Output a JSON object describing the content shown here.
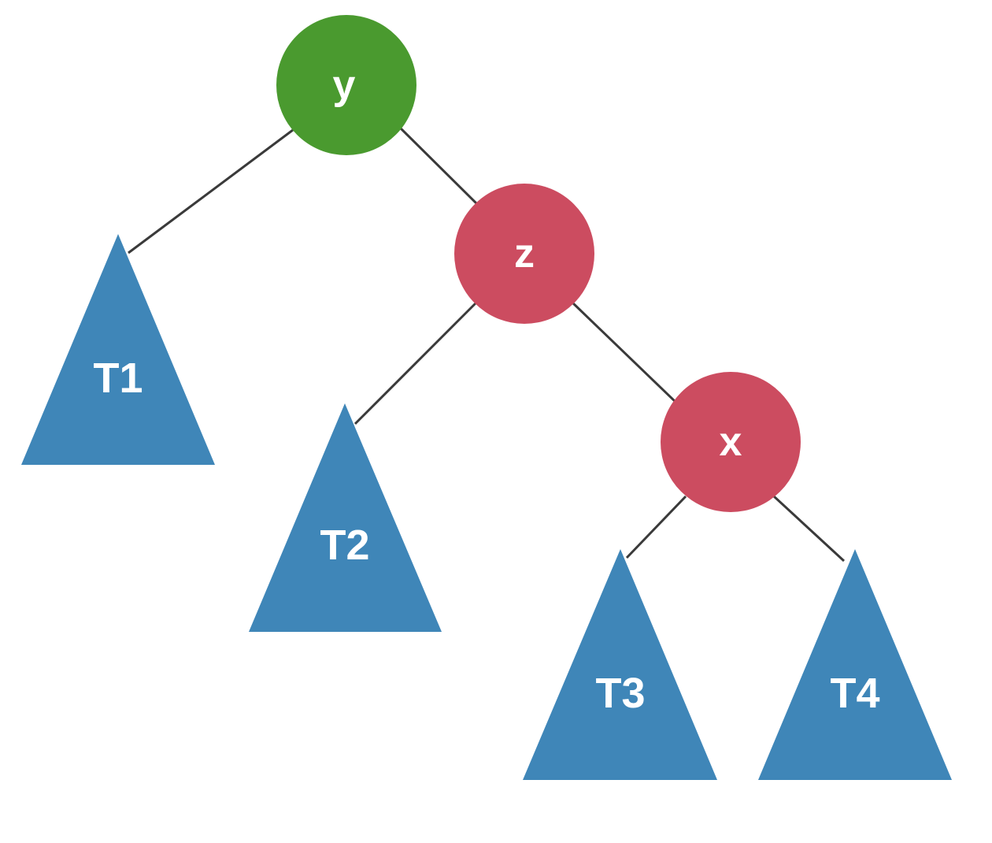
{
  "nodes": {
    "y": {
      "label": "y",
      "color": "#4a9a2f"
    },
    "z": {
      "label": "z",
      "color": "#cc4c60"
    },
    "x": {
      "label": "x",
      "color": "#cc4c60"
    }
  },
  "subtrees": {
    "t1": {
      "label": "T1",
      "color": "#3f86b8"
    },
    "t2": {
      "label": "T2",
      "color": "#3f86b8"
    },
    "t3": {
      "label": "T3",
      "color": "#3f86b8"
    },
    "t4": {
      "label": "T4",
      "color": "#3f86b8"
    }
  },
  "edges": [
    {
      "from": "y",
      "to": "T1"
    },
    {
      "from": "y",
      "to": "z"
    },
    {
      "from": "z",
      "to": "T2"
    },
    {
      "from": "z",
      "to": "x"
    },
    {
      "from": "x",
      "to": "T3"
    },
    {
      "from": "x",
      "to": "T4"
    }
  ]
}
